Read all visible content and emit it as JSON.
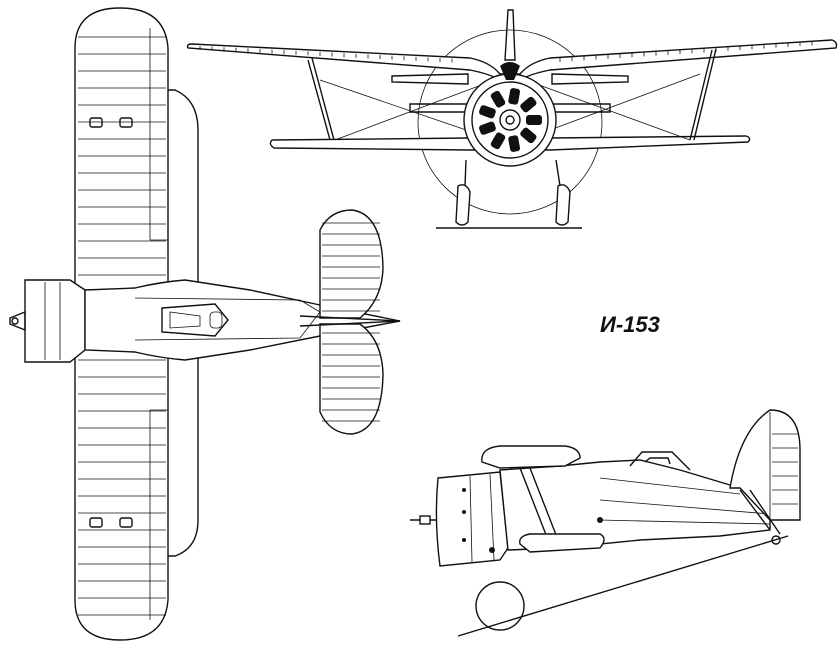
{
  "designation": "И-153",
  "views": {
    "top": {
      "name": "plan-view"
    },
    "front": {
      "name": "front-view"
    },
    "side": {
      "name": "side-view"
    }
  },
  "colors": {
    "ink": "#111111",
    "paper": "#ffffff"
  },
  "ribs": {
    "wing": 36,
    "tail": 9,
    "top_wing": 22
  }
}
